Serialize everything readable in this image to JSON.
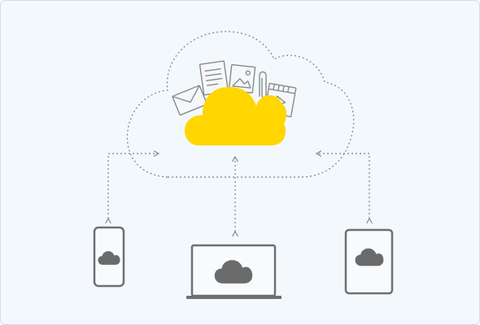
{
  "diagram": {
    "central_node": "cloud-storage",
    "contents": [
      "document",
      "email",
      "image",
      "attachment",
      "video"
    ],
    "devices": [
      "smartphone",
      "laptop",
      "tablet"
    ],
    "connections": [
      {
        "from": "smartphone",
        "to": "cloud-storage",
        "style": "dotted",
        "direction": "bidirectional"
      },
      {
        "from": "laptop",
        "to": "cloud-storage",
        "style": "dotted",
        "direction": "bidirectional"
      },
      {
        "from": "tablet",
        "to": "cloud-storage",
        "style": "dotted",
        "direction": "bidirectional"
      }
    ]
  },
  "icons": {
    "central": "cloud-icon",
    "device_screen": "cloud-icon",
    "files": [
      "document-icon",
      "email-icon",
      "image-icon",
      "paperclip-icon",
      "video-icon"
    ]
  },
  "colors": {
    "background": "#f3f8fd",
    "border": "#d5dbe3",
    "cloud_accent": "#ffd600",
    "device_stroke": "#6f6f6f",
    "device_icon": "#6b6b6b",
    "file_stroke": "#8a8a8a",
    "dotted_line": "#808080"
  }
}
